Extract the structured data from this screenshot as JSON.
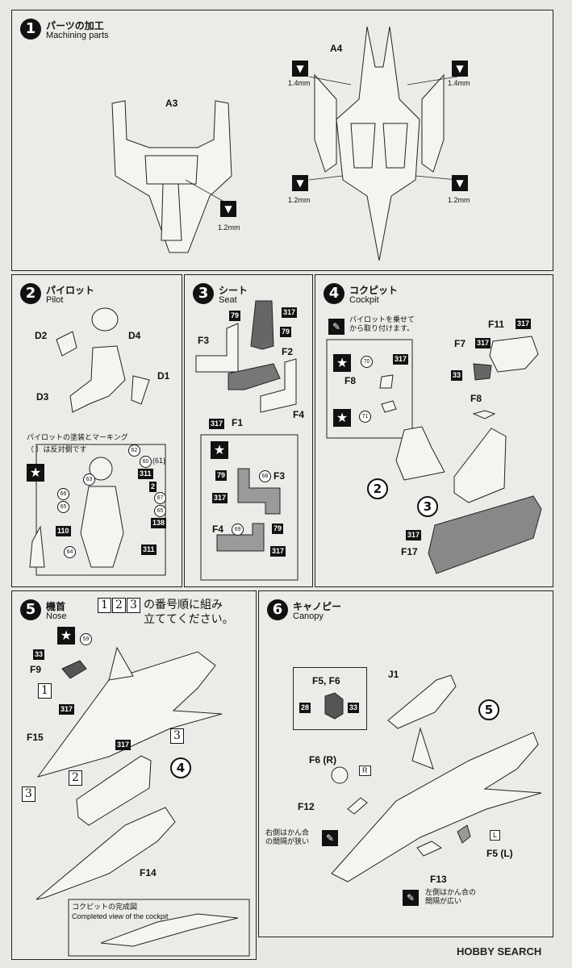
{
  "steps": {
    "s1": {
      "num": "1",
      "title_jp": "パーツの加工",
      "title_en": "Machining parts",
      "part_a3": "A3",
      "part_a4": "A4",
      "mm_a4_left": "1.4mm",
      "mm_a4_right": "1.4mm",
      "mm_a3": "1.2mm",
      "mm_bottom_left": "1.2mm",
      "mm_bottom_right": "1.2mm"
    },
    "s2": {
      "num": "2",
      "title_jp": "パイロット",
      "title_en": "Pilot",
      "d1": "D1",
      "d2": "D2",
      "d3": "D3",
      "d4": "D4",
      "paint_title": "パイロットの塗装とマーキング",
      "paint_note": "（ ）は反対側です",
      "c62": "62",
      "c60": "60",
      "c61": "(61)",
      "c311a": "311",
      "c63": "63",
      "c2": "2",
      "c66": "66",
      "c67": "67",
      "c65a": "65",
      "c65b": "65",
      "c110": "110",
      "c138": "138",
      "c64": "64",
      "c311b": "311"
    },
    "s3": {
      "num": "3",
      "title_jp": "シート",
      "title_en": "Seat",
      "f2": "F2",
      "f3": "F3",
      "f4": "F4",
      "f1": "F1",
      "c79a": "79",
      "c317a": "317",
      "c79b": "79",
      "c317b": "317",
      "box_f3": "F3",
      "box_f4": "F4",
      "b79": "79",
      "b68": "68",
      "b317a": "317",
      "b69": "69",
      "b79b": "79",
      "b317b": "317"
    },
    "s4": {
      "num": "4",
      "title_jp": "コクピット",
      "title_en": "Cockpit",
      "note": "パイロットを乗せて\nから取り付けます。",
      "f11": "F11",
      "c317a": "317",
      "f7": "F7",
      "c317b": "317",
      "c33": "33",
      "f8": "F8",
      "f8b": "F8",
      "c70": "70",
      "c317c": "317",
      "c71": "71",
      "ref2": "2",
      "ref3": "3",
      "c317d": "317",
      "f17": "F17"
    },
    "s5": {
      "num": "5",
      "title_jp": "機首",
      "title_en": "Nose",
      "order_note": "の番号順に組み\n立ててください。",
      "o1": "1",
      "o2": "2",
      "o3": "3",
      "c59": "59",
      "c33": "33",
      "f9": "F9",
      "c317a": "317",
      "f15": "F15",
      "c317b": "317",
      "ref4": "4",
      "f14": "F14",
      "completed_jp": "コクピットの完成図",
      "completed_en": "Completed view of the cockpit"
    },
    "s6": {
      "num": "6",
      "title_jp": "キャノピー",
      "title_en": "Canopy",
      "box_title": "F5, F6",
      "c28": "28",
      "c33": "33",
      "j1": "J1",
      "ref5": "5",
      "f6": "F6 (R)",
      "f6tag": "R",
      "f12": "F12",
      "right_note": "右側はかん合\nの間隔が狭い",
      "f5": "F5 (L)",
      "f5tag": "L",
      "f13": "F13",
      "left_note": "左側はかん合の\n間隔が広い"
    }
  },
  "watermark": "HOBBY SEARCH"
}
